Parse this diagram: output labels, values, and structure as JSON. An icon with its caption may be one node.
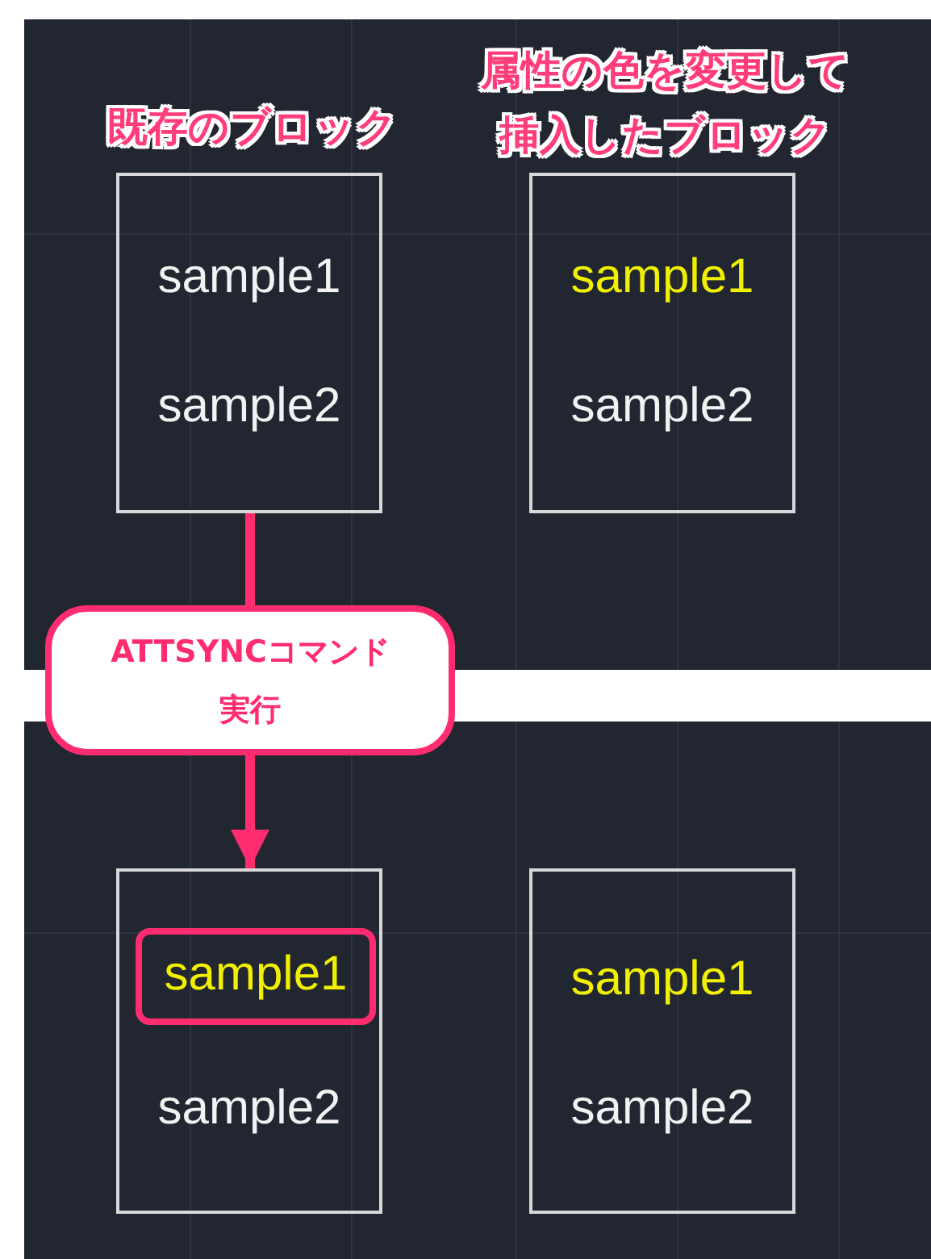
{
  "diagram": {
    "nodes": [
      {
        "text": [
          "既存のブロック",
          "sample1",
          "sample2"
        ]
      },
      {
        "text": [
          "属性の色を変更して挿入したブロック",
          "sample1",
          "sample2"
        ]
      },
      {
        "text": [
          "ATTSYNCコマンド実行"
        ]
      },
      {
        "text": [
          "sample2"
        ]
      },
      {
        "text": [
          "sample1"
        ],
        "in": 3
      },
      {
        "text": [
          "sample1",
          "sample2"
        ]
      }
    ],
    "edges": [
      {
        "from": 0,
        "to": 2,
        "arrow": "none"
      },
      {
        "from": 2,
        "to": 3,
        "arrow": "to"
      }
    ]
  }
}
